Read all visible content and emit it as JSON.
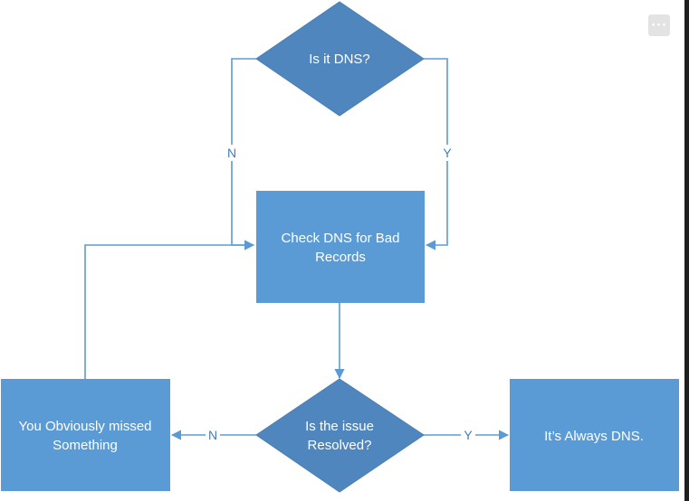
{
  "toolbar": {
    "more_icon": "more-horizontal-icon",
    "more_glyph": "···"
  },
  "colors": {
    "node_fill": "#5b9bd5",
    "decision_fill": "#4f86bd",
    "connector": "#5b9bd5",
    "text": "#ffffff",
    "edge_label": "#3f7fbf"
  },
  "nodes": {
    "is_dns": [
      "Is it DNS?"
    ],
    "check_dns": [
      "Check DNS for Bad",
      "Records"
    ],
    "resolved": [
      "Is the issue",
      "Resolved?"
    ],
    "missed": [
      "You Obviously missed",
      "Something"
    ],
    "always_dns": [
      "It’s Always DNS."
    ]
  },
  "edges": {
    "dns_no": "N",
    "dns_yes": "Y",
    "resolved_no": "N",
    "resolved_yes": "Y"
  }
}
